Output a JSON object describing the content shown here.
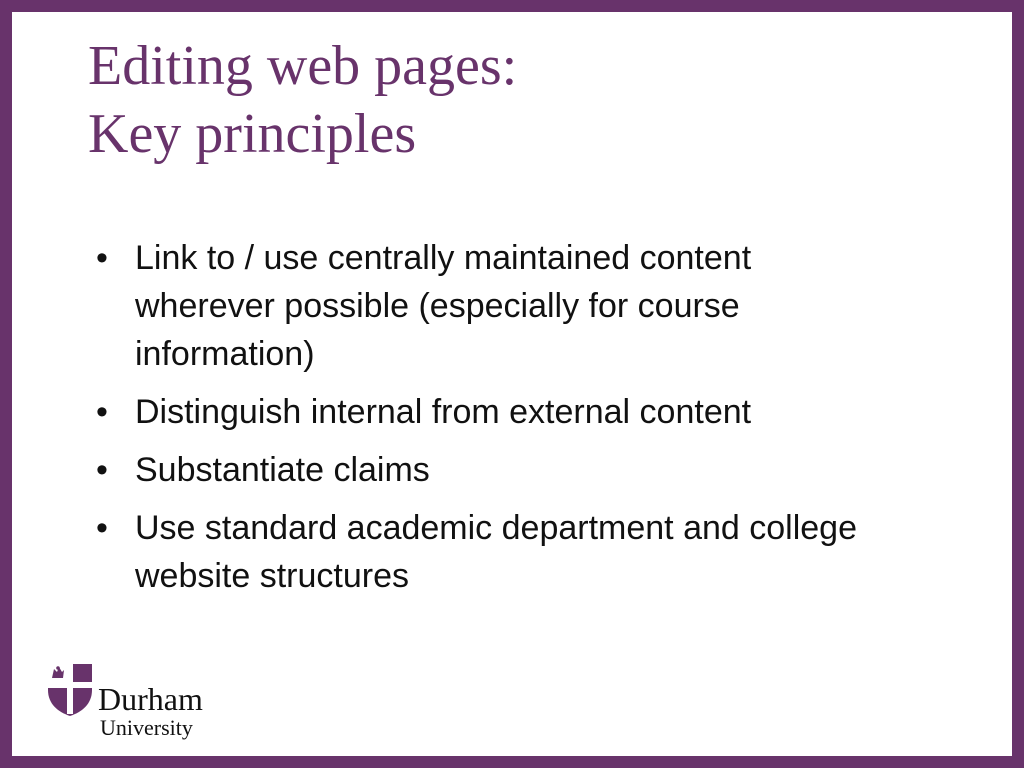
{
  "slide": {
    "title_line1": "Editing web pages:",
    "title_line2": "Key principles",
    "bullets": [
      "Link to / use centrally maintained content wherever possible (especially for course information)",
      "Distinguish internal from external content",
      "Substantiate claims",
      "Use standard academic department and college website structures"
    ]
  },
  "logo": {
    "name": "Durham",
    "subname": "University"
  },
  "colors": {
    "brand_purple": "#68336b",
    "text": "#111111",
    "background": "#ffffff"
  },
  "icons": {
    "crest": "durham-university-crest-icon"
  }
}
